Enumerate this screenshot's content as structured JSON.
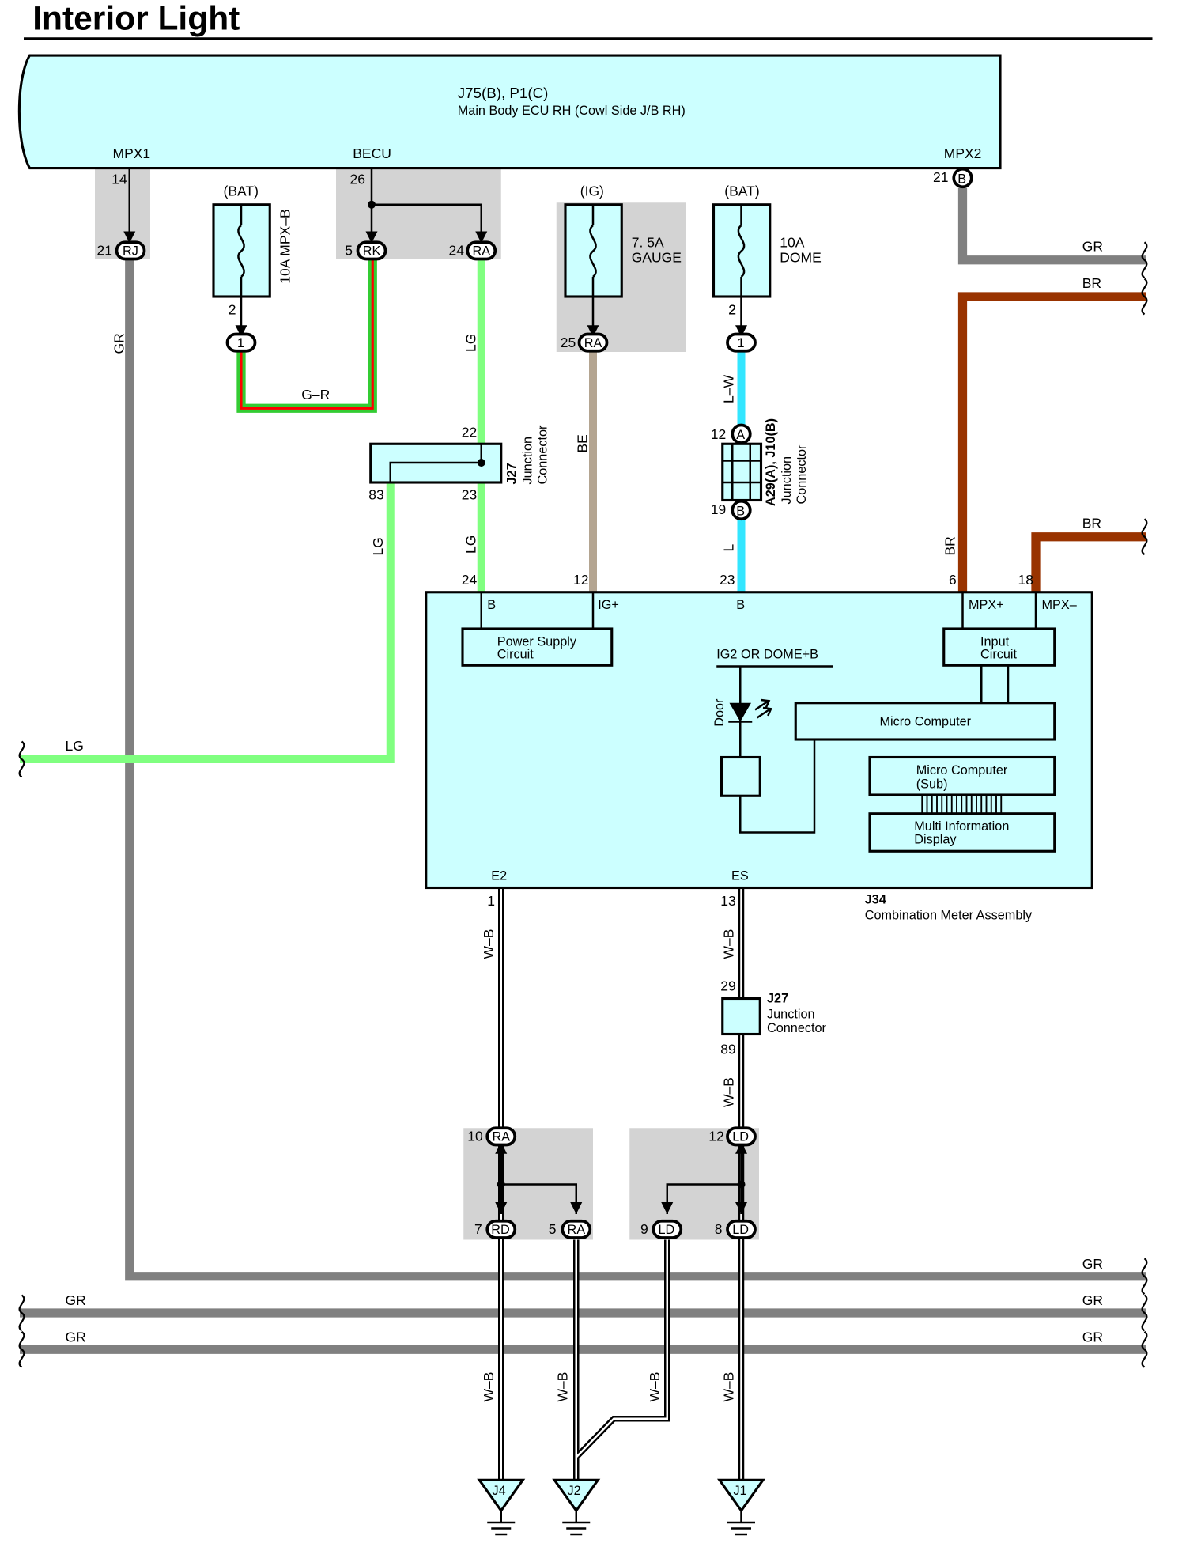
{
  "title": "Interior Light",
  "ecu": {
    "id": "J75(B), P1(C)",
    "name": "Main Body ECU RH (Cowl Side J/B RH)",
    "pins": {
      "mpx1": "MPX1",
      "becu": "BECU",
      "mpx2": "MPX2"
    }
  },
  "meter": {
    "id": "J34",
    "name": "Combination Meter Assembly",
    "pins": {
      "b1": "B",
      "ig": "IG+",
      "b2": "B",
      "mpxp": "MPX+",
      "mpxm": "MPX–",
      "e2": "E2",
      "es": "ES"
    },
    "blocks": {
      "power": [
        "Power Supply",
        "Circuit"
      ],
      "input": [
        "Input",
        "Circuit"
      ],
      "micro": "Micro Computer",
      "sub": [
        "Micro Computer",
        "(Sub)"
      ],
      "mid": [
        "Multi Information",
        "Display"
      ],
      "ig2": "IG2 OR DOME+B",
      "door": "Door"
    }
  },
  "fuses": [
    {
      "supply": "(BAT)",
      "label": "10A MPX–B"
    },
    {
      "supply": "(IG)",
      "label": [
        "7. 5A",
        "GAUGE"
      ]
    },
    {
      "supply": "(BAT)",
      "label": [
        "10A",
        "DOME"
      ]
    }
  ],
  "junctions": {
    "j27_top": {
      "id": "J27",
      "label": [
        "Junction",
        "Connector"
      ]
    },
    "a29": {
      "id": "A29(A), J10(B)",
      "label": [
        "Junction",
        "Connector"
      ]
    },
    "j27_bottom": {
      "id": "J27",
      "label": [
        "Junction",
        "Connector"
      ]
    }
  },
  "connectors": {
    "rj": "RJ",
    "rk": "RK",
    "ra": "RA",
    "b": "B",
    "one": "1",
    "a": "A",
    "rd": "RD",
    "ld": "LD"
  },
  "wires": {
    "gr": "GR",
    "br": "BR",
    "lg": "LG",
    "gr_r": "G–R",
    "be": "BE",
    "lw": "L–W",
    "l": "L",
    "wb": "W–B"
  },
  "pins": [
    "14",
    "21",
    "26",
    "5",
    "24",
    "21",
    "2",
    "2",
    "25",
    "2",
    "22",
    "23",
    "83",
    "12",
    "19",
    "24",
    "12",
    "23",
    "6",
    "18",
    "1",
    "13",
    "29",
    "89",
    "10",
    "12",
    "7",
    "5",
    "9",
    "8"
  ],
  "grounds": [
    "J4",
    "J2",
    "J1"
  ],
  "colors": {
    "panel": "#ccffff",
    "gr": "#808080",
    "br": "#993300",
    "lg": "#80ff80",
    "green": "#33cc33",
    "red": "#ff0000",
    "be": "#b4a591",
    "cyan": "#33e6ff",
    "shade": "#d3d3d3"
  }
}
